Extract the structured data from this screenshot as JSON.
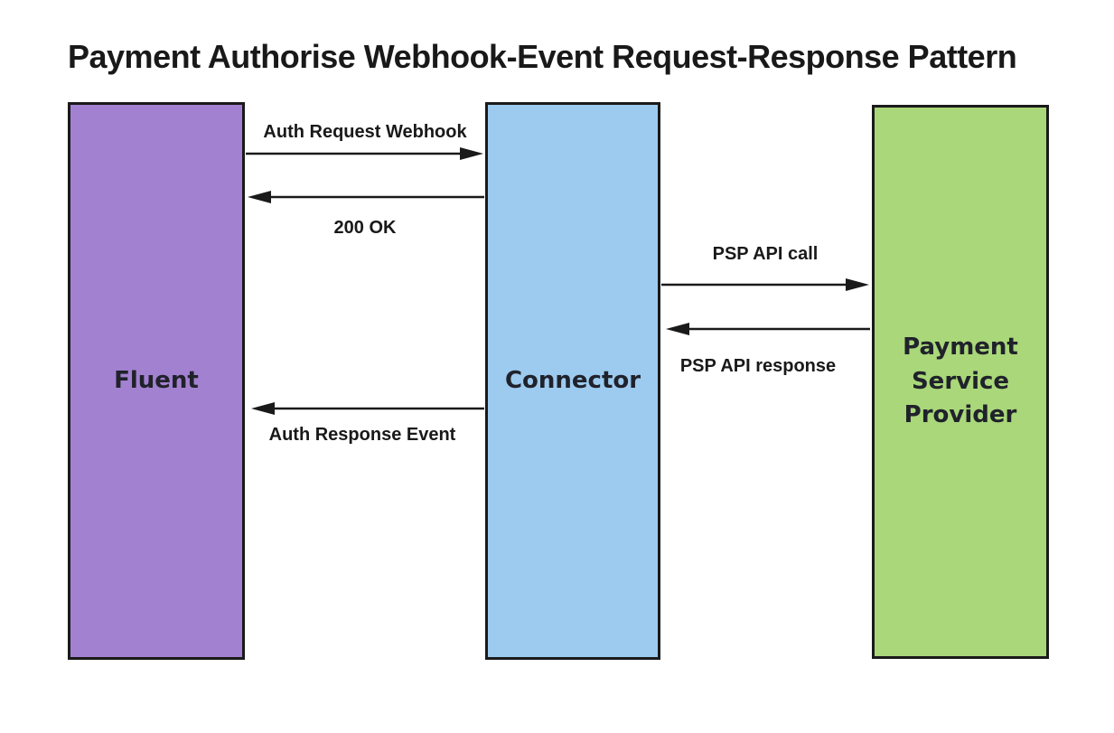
{
  "title": "Payment Authorise Webhook-Event Request-Response Pattern",
  "actors": [
    {
      "id": "fluent",
      "label": "Fluent",
      "fill": "#a381d1"
    },
    {
      "id": "connector",
      "label": "Connector",
      "fill": "#9ccbef"
    },
    {
      "id": "psp",
      "label": "Payment Service Provider",
      "fill": "#a9d779"
    }
  ],
  "messages": [
    {
      "label": "Auth Request Webhook",
      "from": "Fluent",
      "to": "Connector",
      "direction": "right"
    },
    {
      "label": "200 OK",
      "from": "Connector",
      "to": "Fluent",
      "direction": "left"
    },
    {
      "label": "PSP API call",
      "from": "Connector",
      "to": "Payment Service Provider",
      "direction": "right"
    },
    {
      "label": "PSP API response",
      "from": "Payment Service Provider",
      "to": "Connector",
      "direction": "left"
    },
    {
      "label": "Auth Response Event",
      "from": "Connector",
      "to": "Fluent",
      "direction": "left"
    }
  ],
  "colors": {
    "background": "#ffffff",
    "border": "#1a1a1a",
    "text": "#191919"
  }
}
